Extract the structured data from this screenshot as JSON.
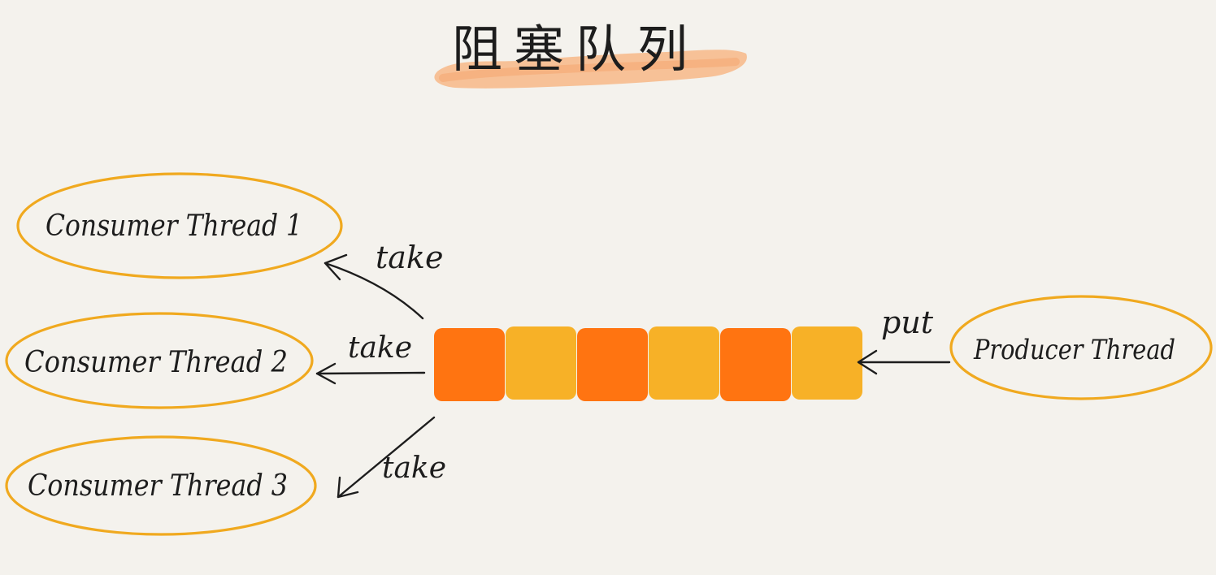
{
  "title": "阻塞队列",
  "consumers": [
    {
      "label": "Consumer Thread 1"
    },
    {
      "label": "Consumer Thread 2"
    },
    {
      "label": "Consumer Thread 3"
    }
  ],
  "producer": {
    "label": "Producer Thread"
  },
  "operations": {
    "take_1": "take",
    "take_2": "take",
    "take_3": "take",
    "put": "put"
  },
  "queue": {
    "slots": [
      "#ff7411",
      "#f7b127",
      "#ff7411",
      "#f7b127",
      "#ff7411",
      "#f7b127"
    ]
  },
  "colors": {
    "background": "#f4f2ed",
    "ellipse_outline": "#f0a91f",
    "title_highlight": "#f7b887",
    "queue_dark": "#ff7411",
    "queue_light": "#f7b127",
    "ink": "#1d1d1d"
  }
}
